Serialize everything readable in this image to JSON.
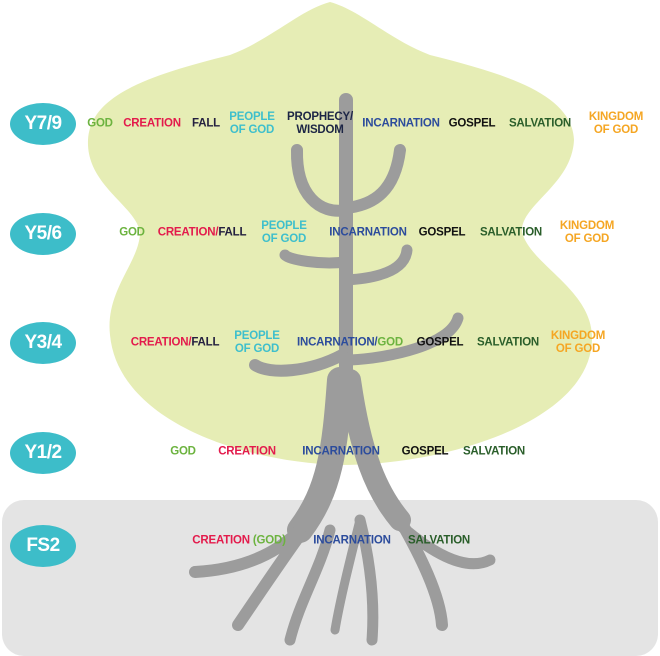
{
  "colors": {
    "badge": "#3dbdc9",
    "god": "#6cb33f",
    "creation": "#e31b4c",
    "fall": "#231f3f",
    "people_of_god": "#3ebfcc",
    "prophecy": "#1c2545",
    "incarnation": "#2c4c9c",
    "gospel": "#111111",
    "salvation": "#2a5e2a",
    "kingdom": "#f5a623",
    "canopy": "#e6edb5",
    "ground": "#e4e4e4",
    "trunk": "#9c9c9c"
  },
  "rows": {
    "y79": {
      "badge": "Y7/9",
      "god": "GOD",
      "creation": "CREATION",
      "fall": "FALL",
      "people1": "PEOPLE",
      "people2": "OF GOD",
      "prophecy1": "PROPHECY/",
      "prophecy2": "WISDOM",
      "incarnation": "INCARNATION",
      "gospel": "GOSPEL",
      "salvation": "SALVATION",
      "kingdom1": "KINGDOM",
      "kingdom2": "OF GOD"
    },
    "y56": {
      "badge": "Y5/6",
      "god": "GOD",
      "creation": "CREATION/",
      "fall": "FALL",
      "people1": "PEOPLE",
      "people2": "OF GOD",
      "incarnation": "INCARNATION",
      "gospel": "GOSPEL",
      "salvation": "SALVATION",
      "kingdom1": "KINGDOM",
      "kingdom2": "OF GOD"
    },
    "y34": {
      "badge": "Y3/4",
      "creation": "CREATION/",
      "fall": "FALL",
      "people1": "PEOPLE",
      "people2": "OF GOD",
      "incarnation": "INCARNATION/",
      "god": "GOD",
      "gospel": "GOSPEL",
      "salvation": "SALVATION",
      "kingdom1": "KINGDOM",
      "kingdom2": "OF GOD"
    },
    "y12": {
      "badge": "Y1/2",
      "god": "GOD",
      "creation": "CREATION",
      "incarnation": "INCARNATION",
      "gospel": "GOSPEL",
      "salvation": "SALVATION"
    },
    "fs2": {
      "badge": "FS2",
      "creation": "CREATION",
      "god": "(GOD)",
      "incarnation": "INCARNATION",
      "salvation": "SALVATION"
    }
  }
}
